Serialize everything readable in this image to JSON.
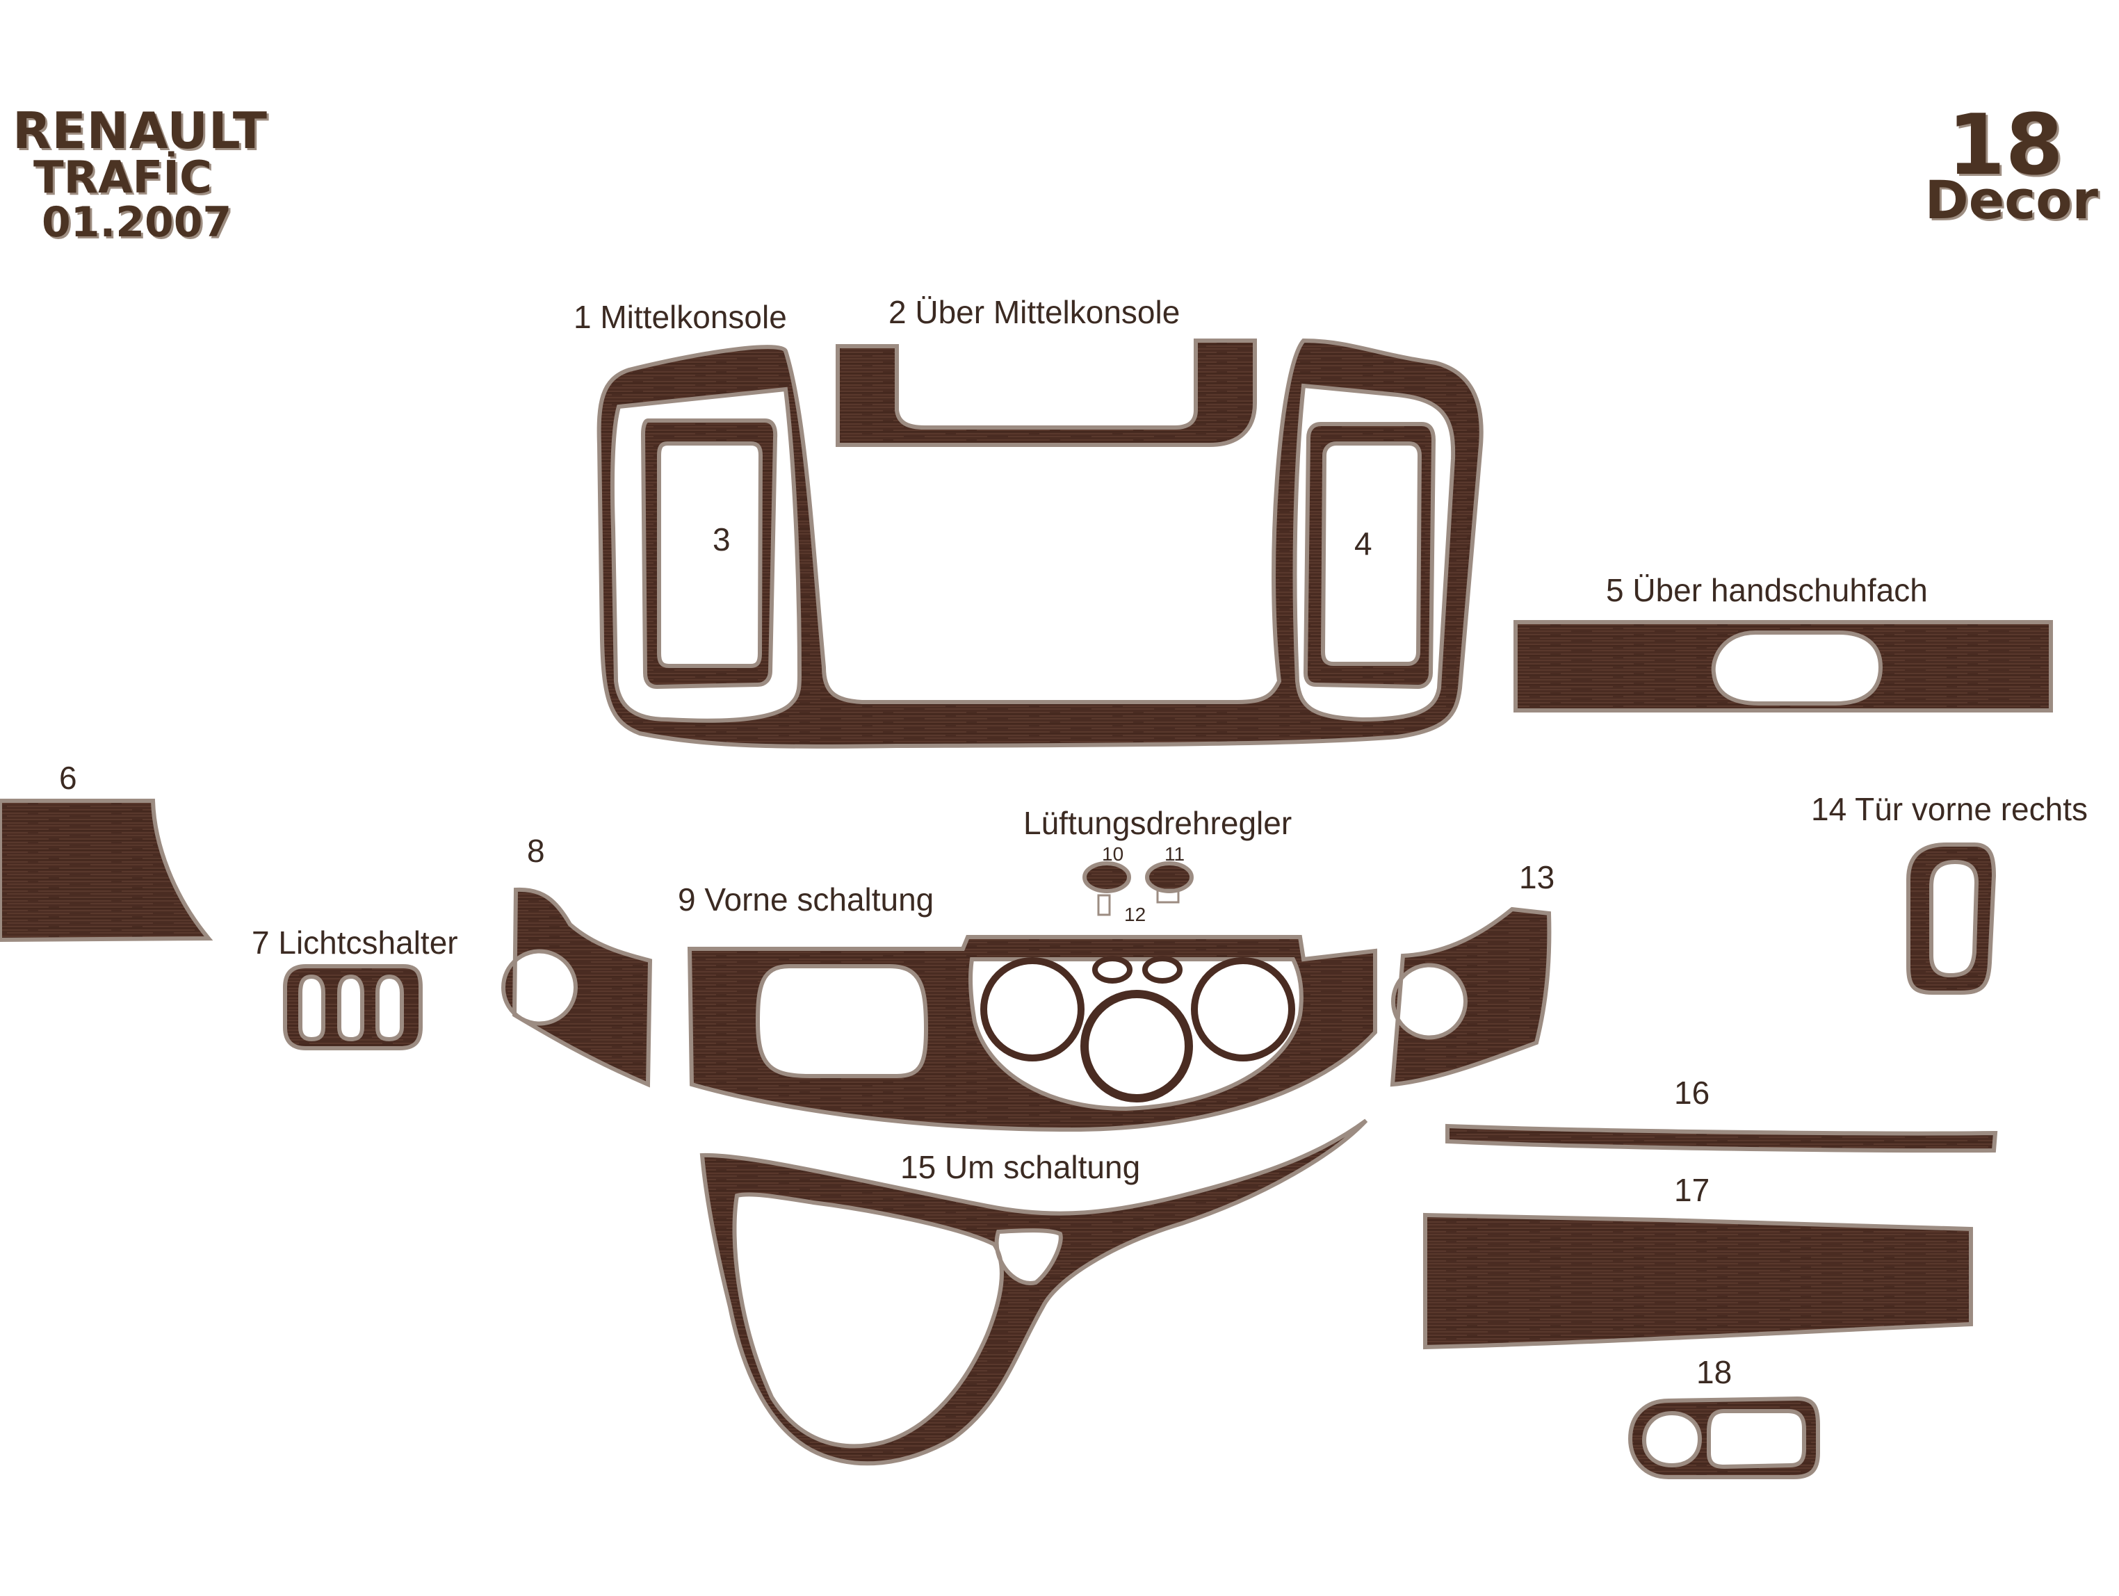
{
  "header": {
    "make": "RENAULT",
    "model": "TRAFİC",
    "date": "01.2007",
    "set_count": "18",
    "set_name": "Decor"
  },
  "colors": {
    "wood": "#4a2c22",
    "wood_edge": "#9c8c82",
    "text": "#3b2a22"
  },
  "parts": {
    "p1": "1  Mittelkonsole",
    "p2": "2  Über Mittelkonsole",
    "p3": "3",
    "p4": "4",
    "p5": "5  Über  handschuhfach",
    "p6": "6",
    "p7": "7  Lichtcshalter",
    "p8": "8",
    "p9": "9  Vorne schaltung",
    "group_vent": "Lüftungsdrehregler",
    "p10": "10",
    "p11": "11",
    "p12": "12",
    "p13": "13",
    "p14": "14  Tür vorne rechts",
    "p15": "15  Um schaltung",
    "p16": "16",
    "p17": "17",
    "p18": "18"
  }
}
